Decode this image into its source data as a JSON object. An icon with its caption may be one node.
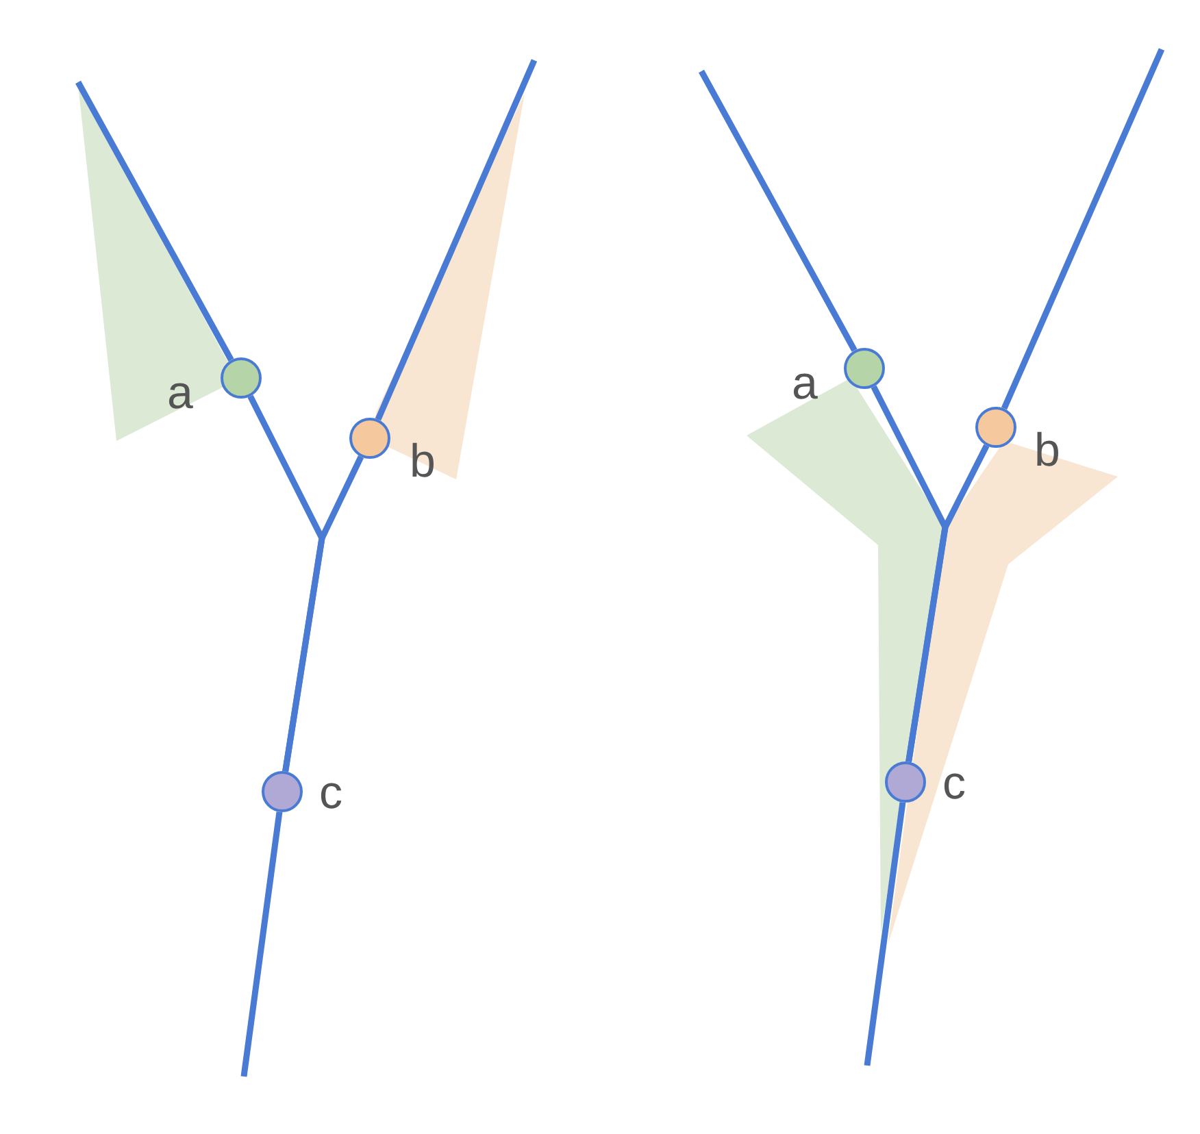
{
  "diagram": {
    "nodes": [
      {
        "text": [],
        "shape": "circle",
        "beside": [
          "a"
        ]
      },
      {
        "text": [],
        "shape": "circle",
        "beside": [
          "b"
        ]
      },
      {
        "text": [],
        "shape": "circle",
        "beside": [
          "c"
        ]
      },
      {
        "text": [],
        "shape": "circle",
        "beside": [
          "a"
        ]
      },
      {
        "text": [],
        "shape": "circle",
        "beside": [
          "b"
        ]
      },
      {
        "text": [],
        "shape": "circle",
        "beside": [
          "c"
        ]
      }
    ],
    "edges": [
      {
        "from": 0,
        "to": 2,
        "arrow": "none"
      },
      {
        "from": 1,
        "to": 2,
        "arrow": "none"
      },
      {
        "from": 3,
        "to": 5,
        "arrow": "none"
      },
      {
        "from": 4,
        "to": 5,
        "arrow": "none"
      }
    ]
  }
}
